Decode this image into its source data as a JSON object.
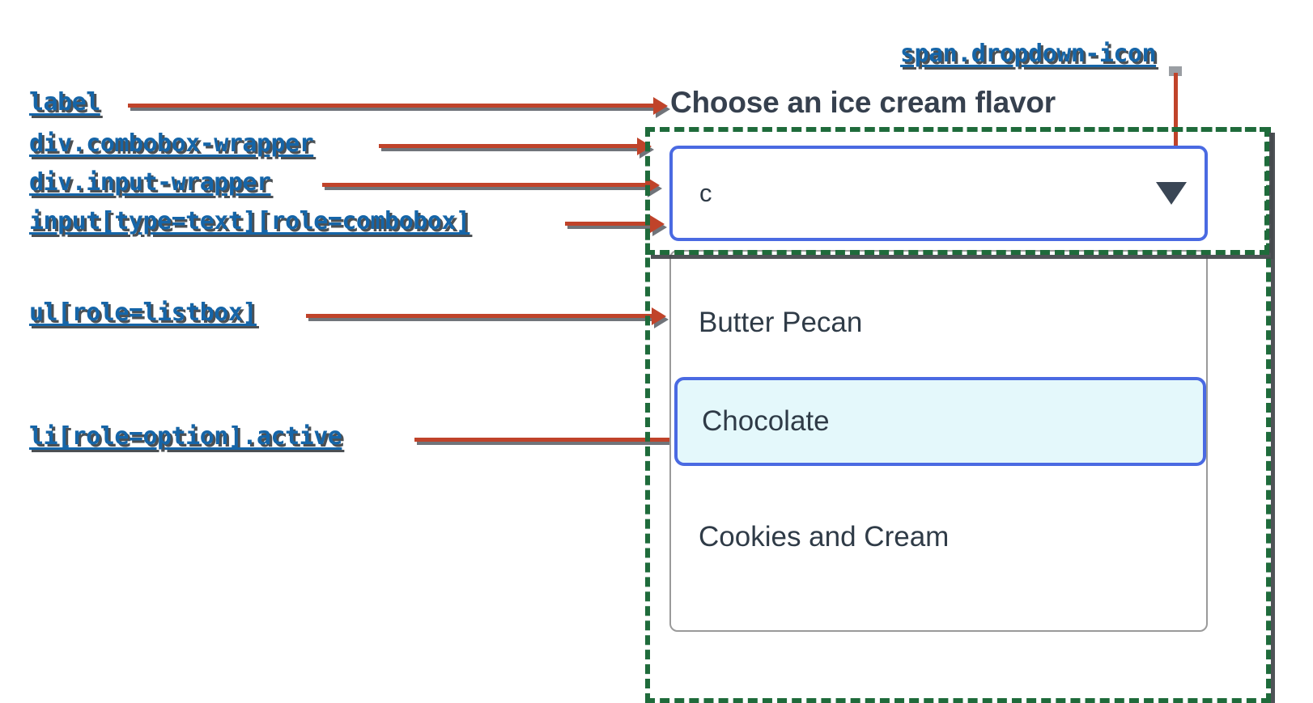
{
  "widget": {
    "label": "Choose an ice cream flavor",
    "input": {
      "value": "c",
      "placeholder": "",
      "role": "combobox",
      "type": "text"
    },
    "dropdown_icon": "▼",
    "listbox": {
      "role": "listbox",
      "options": [
        {
          "label": "Butter Pecan",
          "active": false
        },
        {
          "label": "Chocolate",
          "active": true
        },
        {
          "label": "Cookies and Cream",
          "active": false
        }
      ]
    }
  },
  "annotations": [
    {
      "id": "label",
      "text": "label"
    },
    {
      "id": "combobox-wrapper",
      "text": "div.combobox-wrapper"
    },
    {
      "id": "input-wrapper",
      "text": "div.input-wrapper"
    },
    {
      "id": "input",
      "text": "input[type=text][role=combobox]"
    },
    {
      "id": "listbox",
      "text": "ul[role=listbox]"
    },
    {
      "id": "option-active",
      "text": "li[role=option].active"
    },
    {
      "id": "dropdown-icon",
      "text": "span.dropdown-icon"
    }
  ],
  "colors": {
    "annotation_text": "#1565a8",
    "annotation_shadow": "#4c5053",
    "arrow": "#c0432a",
    "highlight_dash": "#1f6b3b",
    "input_border": "#4a6ae2",
    "active_option_bg": "#e4f8fb",
    "text": "#2f3b47",
    "heading": "#36404e",
    "listbox_border": "#9a9a9a"
  }
}
